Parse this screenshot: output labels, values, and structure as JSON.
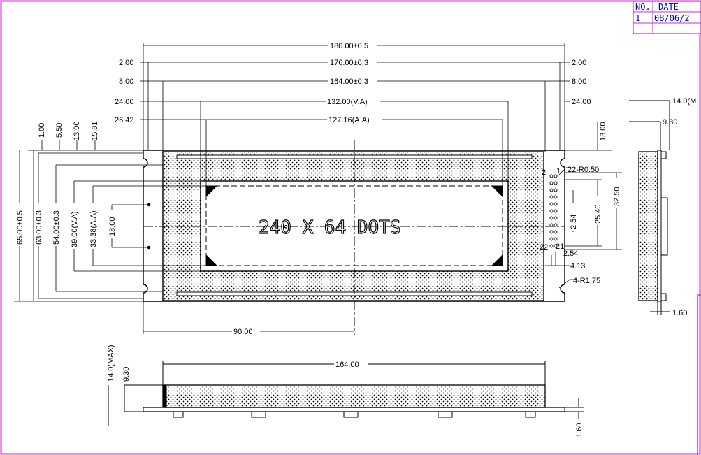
{
  "colors": {
    "frame": "#c832c8",
    "line": "#000000",
    "table_text": "#0000c8"
  },
  "title_block": {
    "col_no": "NO.",
    "col_date": "DATE",
    "row_no": "1",
    "row_date": "08/06/2"
  },
  "center_text": "240 X 64 DOTS",
  "top_dims": {
    "overall": "180.00±0.5",
    "d176": "176.00±0.3",
    "d164": "164.00±0.3",
    "va": "132.00(V.A)",
    "aa": "127.16(A.A)",
    "l200": "2.00",
    "l800": "8.00",
    "l2400": "24.00",
    "l2642": "26.42",
    "r200": "2.00",
    "r800": "8.00",
    "r2400": "24.00"
  },
  "left_dims": {
    "v100": "1.00",
    "v550": "5.50",
    "v1300": "13.00",
    "v1581": "15.81",
    "h65": "65.00±0.5",
    "h63": "63.00±0.3",
    "h54": "54.00±0.3",
    "h39": "39.00(V.A)",
    "h3338": "33.38(A.A)",
    "h18": "18.00"
  },
  "right_dims": {
    "r1300": "13.00",
    "pin22": "22-R0.50",
    "p2": "2",
    "p1": "1",
    "p22": "22",
    "p21": "21",
    "d254": "2.54",
    "d2540": "25.40",
    "d3250": "32.50",
    "d254b": "2.54",
    "d413": "4.13",
    "r175": "4-R1.75"
  },
  "bottom_dims": {
    "d90": "90.00",
    "d164b": "164.00",
    "max14": "14.0(MAX)",
    "h930": "9.30",
    "h160": "1.60"
  },
  "side_dims": {
    "max14": "14.0(M",
    "h930": "9.30",
    "h160": "1.60"
  }
}
